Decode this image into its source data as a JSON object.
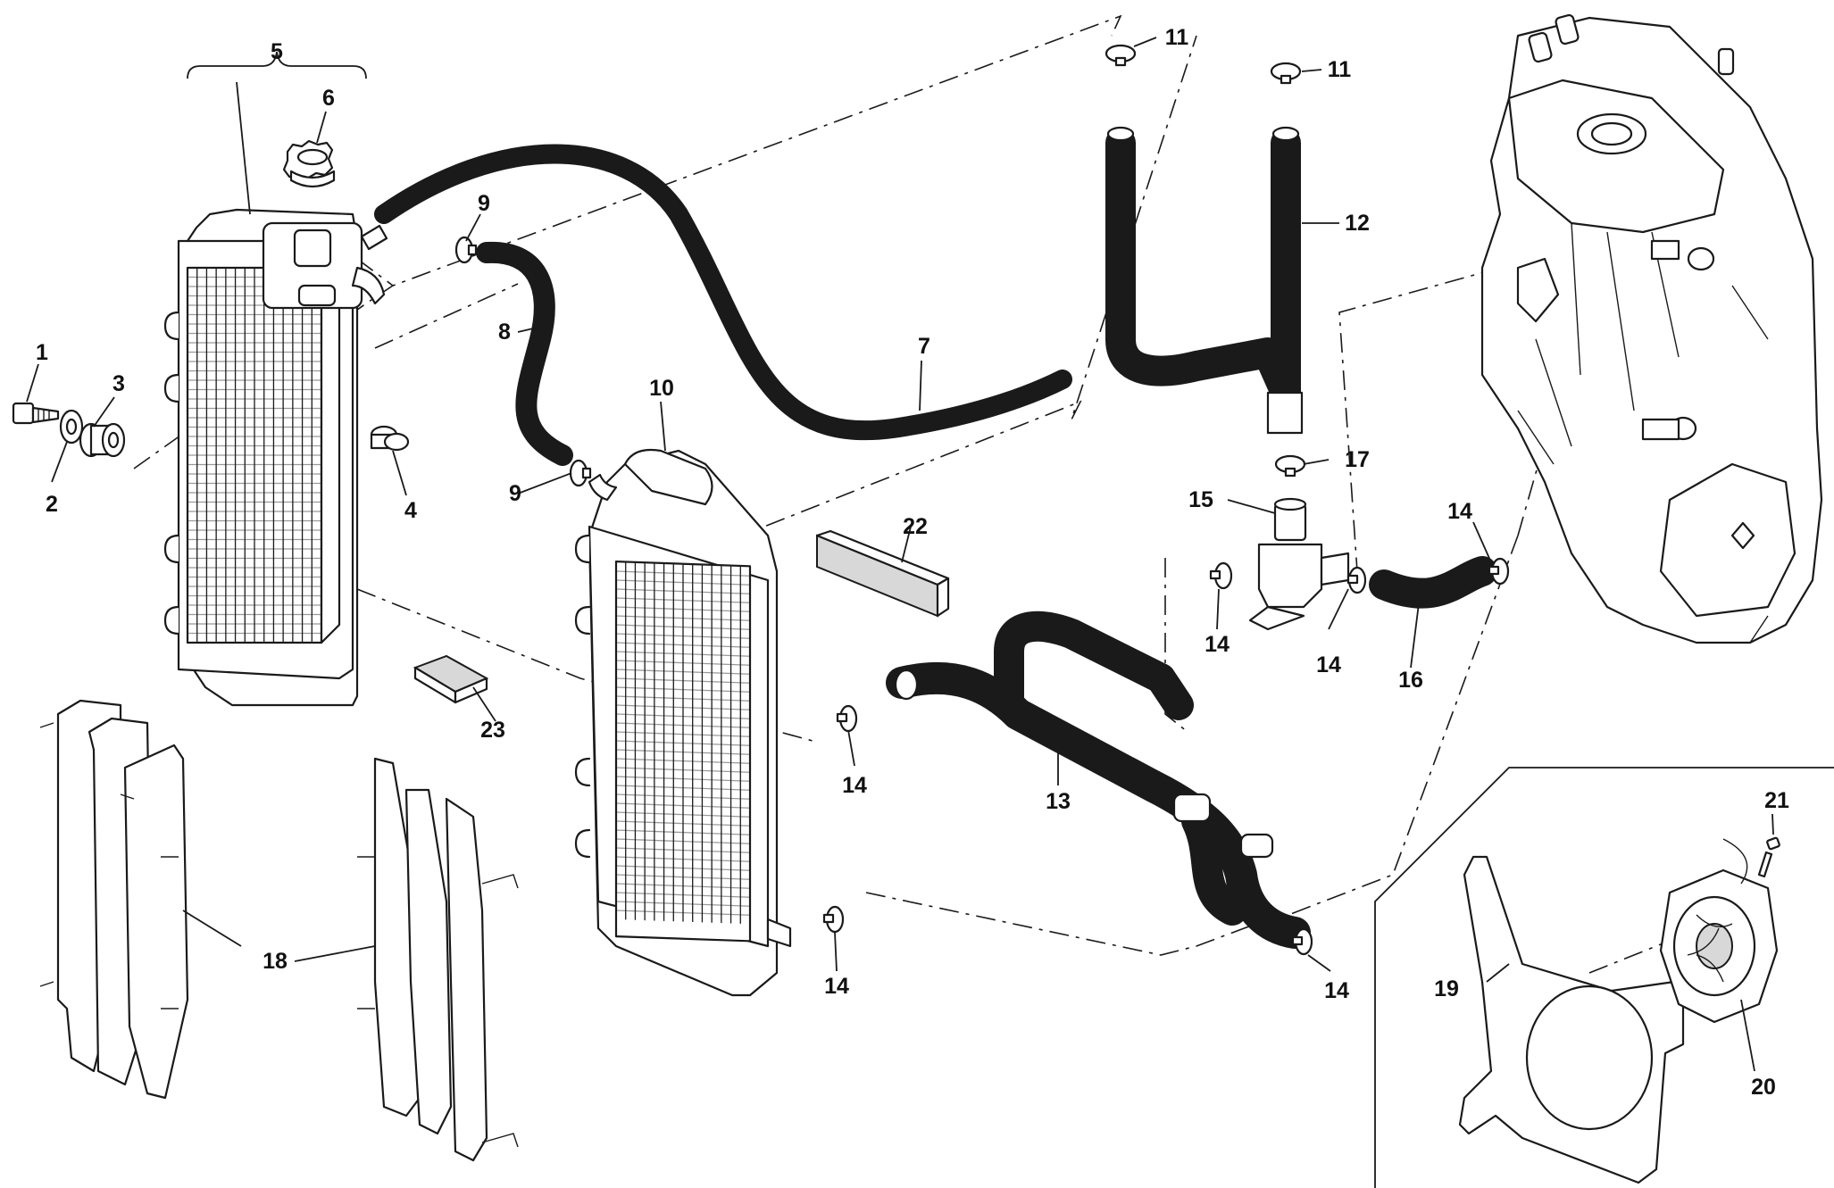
{
  "callouts": {
    "c1": "1",
    "c2": "2",
    "c3": "3",
    "c4": "4",
    "c5": "5",
    "c6": "6",
    "c7": "7",
    "c8": "8",
    "c9a": "9",
    "c9b": "9",
    "c10": "10",
    "c11a": "11",
    "c11b": "11",
    "c12": "12",
    "c13": "13",
    "c14a": "14",
    "c14b": "14",
    "c14c": "14",
    "c14d": "14",
    "c14e": "14",
    "c14f": "14",
    "c15": "15",
    "c16": "16",
    "c17": "17",
    "c18": "18",
    "c19": "19",
    "c20": "20",
    "c21": "21",
    "c22": "22",
    "c23": "23"
  }
}
